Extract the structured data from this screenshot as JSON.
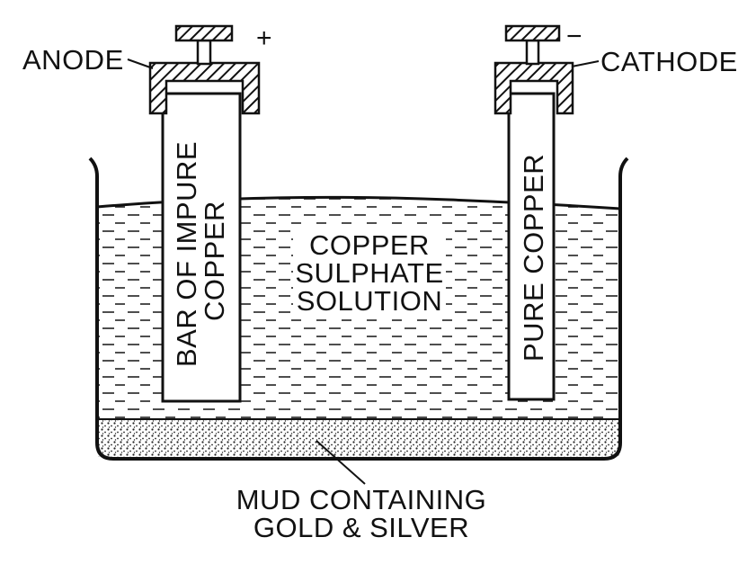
{
  "labels": {
    "anode": "ANODE",
    "cathode": "CATHODE",
    "anode_sign": "+",
    "cathode_sign": "−",
    "anode_bar_line1": "BAR OF IMPURE",
    "anode_bar_line2": "COPPER",
    "cathode_bar": "PURE COPPER",
    "solution_line1": "COPPER",
    "solution_line2": "SULPHATE",
    "solution_line3": "SOLUTION",
    "mud_line1": "MUD CONTAINING",
    "mud_line2": "GOLD & SILVER"
  },
  "colors": {
    "ink": "#111111",
    "background": "#ffffff",
    "electrode_fill": "#ffffff"
  }
}
